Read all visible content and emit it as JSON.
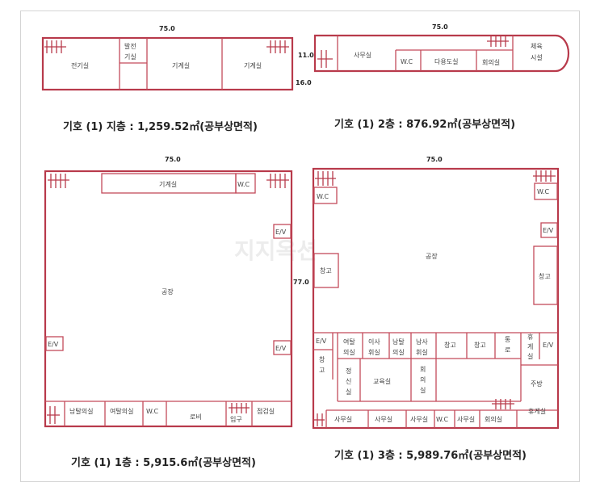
{
  "watermark": "지지옥션",
  "plans": {
    "basement": {
      "caption": "기호 (1) 지층 : 1,259.52㎡(공부상면적)",
      "width_label": "75.0",
      "depth_label": "16.0",
      "rooms": {
        "electric": "전기실",
        "generator_1": "발전",
        "generator_2": "기실",
        "machine_a": "기계실",
        "machine_b": "기계실"
      }
    },
    "second": {
      "caption": "기호 (1) 2층 : 876.92㎡(공부상면적)",
      "width_label": "75.0",
      "depth_label": "11.0",
      "rooms": {
        "office": "사무실",
        "wc": "W.C",
        "multipurpose": "다용도실",
        "meeting": "회의실",
        "gym_1": "체육",
        "gym_2": "시설"
      }
    },
    "first": {
      "caption": "기호 (1) 1층 : 5,915.6㎡(공부상면적)",
      "width_label": "75.0",
      "rooms": {
        "machine": "기계실",
        "wc_top": "W.C",
        "factory": "공장",
        "ev_right_top": "E/V",
        "ev_left": "E/V",
        "ev_right_bottom": "E/V",
        "locker_mf": "남탈의실",
        "locker_f": "여탈의실",
        "wc_bottom": "W.C",
        "lobby": "로비",
        "entrance": "입구",
        "health": "점검실"
      }
    },
    "third": {
      "caption": "기호 (1) 3층 : 5,989.76㎡(공부상면적)",
      "width_label": "75.0",
      "depth_label": "77.0",
      "rooms": {
        "wc_top_left": "W.C",
        "wc_top_right": "W.C",
        "ev_top_right": "E/V",
        "factory": "공장",
        "storage_left": "창고",
        "storage_right": "창고",
        "ev_left": "E/V",
        "storage_small_1": "창",
        "storage_small_2": "고",
        "locker_f_1": "여탈",
        "locker_f_2": "의실",
        "exec_locker_1": "이사",
        "exec_locker_2": "휘실",
        "locker_m_1": "남탈",
        "locker_m_2": "의실",
        "exec_room_1": "남사",
        "exec_room_2": "휘실",
        "storage_a": "창고",
        "storage_b": "창고",
        "hall_1": "통",
        "hall_2": "로",
        "lounge_1": "휴",
        "lounge_2": "게",
        "lounge_3": "실",
        "ev_right": "E/V",
        "mental_1": "정",
        "mental_2": "신",
        "mental_3": "실",
        "education": "교육실",
        "meeting_v_1": "회",
        "meeting_v_2": "의",
        "meeting_v_3": "실",
        "kitchen": "주방",
        "office_a": "사무실",
        "office_b": "사무실",
        "office_c": "사무실",
        "wc_bottom": "W.C",
        "office_d": "사무실",
        "meeting": "회의실",
        "lounge_bottom": "휴게실"
      }
    }
  }
}
